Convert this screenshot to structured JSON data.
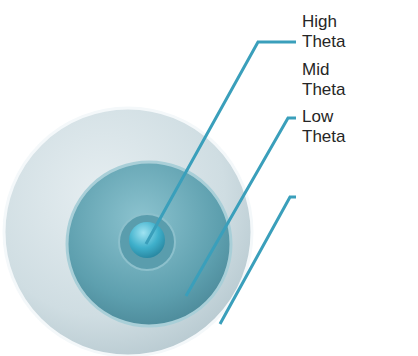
{
  "diagram": {
    "labels": [
      "High Theta",
      "Mid Theta",
      "Low Theta"
    ]
  }
}
